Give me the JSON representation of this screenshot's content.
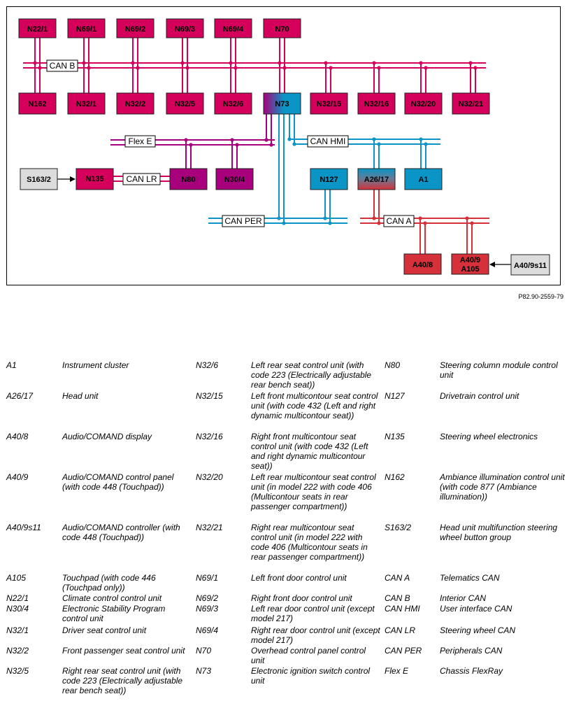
{
  "figure_ref": "P82.90-2559-79",
  "colors": {
    "interior": "#d4005c",
    "chassis": "#a8007c",
    "hmi": "#0a95c6",
    "telematics": "#d6303a",
    "switch": "#dcdcdc"
  },
  "nodes": {
    "n22_1": "N22/1",
    "n69_1": "N69/1",
    "n69_2": "N69/2",
    "n69_3": "N69/3",
    "n69_4": "N69/4",
    "n70": "N70",
    "n162": "N162",
    "n32_1": "N32/1",
    "n32_2": "N32/2",
    "n32_5": "N32/5",
    "n32_6": "N32/6",
    "n73": "N73",
    "n32_15": "N32/15",
    "n32_16": "N32/16",
    "n32_20": "N32/20",
    "n32_21": "N32/21",
    "s163_2": "S163/2",
    "n135": "N135",
    "n80": "N80",
    "n30_4": "N30/4",
    "n127": "N127",
    "a26_17": "A26/17",
    "a1": "A1",
    "a40_8": "A40/8",
    "a40_9": "A40/9",
    "a105": "A105",
    "a40_9s11": "A40/9s11"
  },
  "buses": {
    "can_b": "CAN B",
    "flex_e": "Flex E",
    "can_hmi": "CAN HMI",
    "can_lr": "CAN LR",
    "can_per": "CAN PER",
    "can_a": "CAN A"
  },
  "legend": [
    [
      {
        "code": "A1",
        "desc": "Instrument cluster"
      },
      {
        "code": "A26/17",
        "desc": "Head unit"
      },
      {
        "code": "A40/8",
        "desc": "Audio/COMAND display"
      },
      {
        "code": "A40/9",
        "desc": "Audio/COMAND control panel (with code 448 (Touchpad))"
      },
      {
        "code": "A40/9s11",
        "desc": "Audio/COMAND controller (with code 448 (Touchpad))"
      },
      {
        "code": "A105",
        "desc": "Touchpad (with code 446 (Touchpad only))"
      },
      {
        "code": "N22/1",
        "desc": "Climate control control unit"
      },
      {
        "code": "N30/4",
        "desc": "Electronic Stability Program control unit"
      },
      {
        "code": "N32/1",
        "desc": "Driver seat control unit"
      },
      {
        "code": "N32/2",
        "desc": "Front passenger seat control unit"
      },
      {
        "code": "N32/5",
        "desc": "Right rear seat control unit (with code 223 (Electrically adjustable rear bench seat))"
      }
    ],
    [
      {
        "code": "N32/6",
        "desc": "Left rear seat control unit (with code 223 (Electrically adjustable rear bench seat))"
      },
      {
        "code": "N32/15",
        "desc": "Left front multicontour seat control unit (with code 432 (Left and right dynamic multicontour seat))"
      },
      {
        "code": "N32/16",
        "desc": "Right front multicontour seat control unit (with code 432 (Left and right dynamic multicontour seat))"
      },
      {
        "code": "N32/20",
        "desc": "Left rear multicontour seat control unit (in model 222 with code 406 (Multicontour seats in rear passenger compartment))"
      },
      {
        "code": "N32/21",
        "desc": "Right rear multicontour seat control unit (in model 222 with code 406 (Multicontour seats in rear passenger compartment))"
      },
      {
        "code": "N69/1",
        "desc": "Left front door control unit"
      },
      {
        "code": "N69/2",
        "desc": "Right front door control unit"
      },
      {
        "code": "N69/3",
        "desc": "Left rear door control unit (except model 217)"
      },
      {
        "code": "N69/4",
        "desc": "Right rear door control unit (except model 217)"
      },
      {
        "code": "N70",
        "desc": "Overhead control panel control unit"
      },
      {
        "code": "N73",
        "desc": "Electronic ignition switch control unit"
      }
    ],
    [
      {
        "code": "N80",
        "desc": "Steering column module control unit"
      },
      {
        "code": "N127",
        "desc": "Drivetrain control unit"
      },
      {
        "code": "N135",
        "desc": "Steering wheel electronics"
      },
      {
        "code": "N162",
        "desc": "Ambiance illumination control unit (with code 877 (Ambiance illumination))"
      },
      {
        "code": "S163/2",
        "desc": "Head unit multifunction steering wheel button group"
      },
      {
        "code": "CAN A",
        "desc": "Telematics CAN"
      },
      {
        "code": "CAN B",
        "desc": "Interior CAN"
      },
      {
        "code": "CAN HMI",
        "desc": "User interface CAN"
      },
      {
        "code": "CAN LR",
        "desc": "Steering wheel CAN"
      },
      {
        "code": "CAN PER",
        "desc": "Peripherals CAN"
      },
      {
        "code": "Flex E",
        "desc": "Chassis FlexRay"
      }
    ]
  ]
}
